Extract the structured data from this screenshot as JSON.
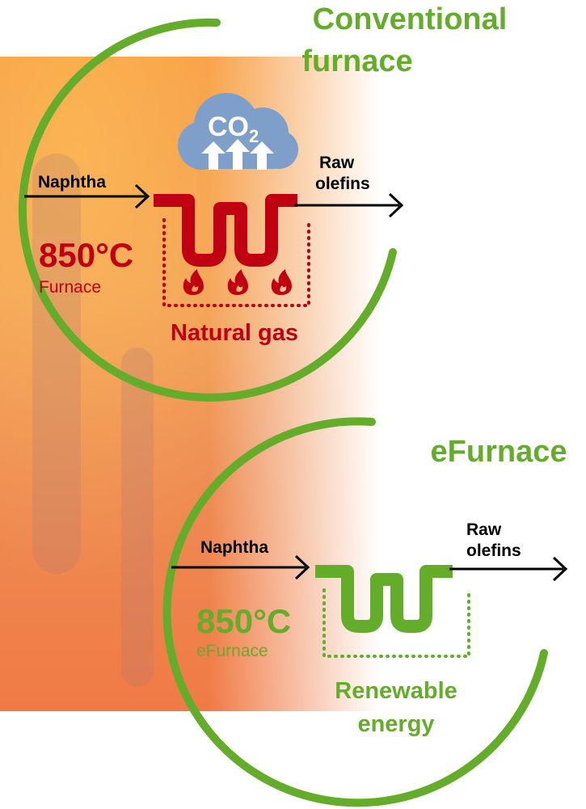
{
  "conventional": {
    "title_line1": "Conventional",
    "title_line2": "furnace",
    "input_label": "Naphtha",
    "output_line1": "Raw",
    "output_line2": "olefins",
    "temperature": "850°C",
    "temp_caption": "Furnace",
    "energy_source": "Natural gas",
    "emission_main": "CO",
    "emission_sub": "2"
  },
  "efurnace": {
    "title": "eFurnace",
    "input_label": "Naphtha",
    "output_line1": "Raw",
    "output_line2": "olefins",
    "temperature": "850°C",
    "temp_caption": "eFurnace",
    "energy_line1": "Renewable",
    "energy_line2": "energy"
  },
  "colors": {
    "green": "#63ad2a",
    "red": "#c00012",
    "cloud": "#7d9fc9",
    "arrow": "#000000"
  }
}
